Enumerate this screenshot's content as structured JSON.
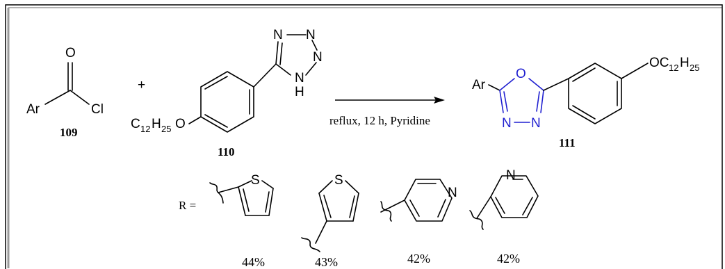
{
  "reactant_acyl": {
    "atom_O": "O",
    "atom_Cl": "Cl",
    "group_Ar": "Ar",
    "compound_number": "109"
  },
  "plus_sign": "+",
  "reactant_tetrazole": {
    "atom_N": "N",
    "atom_N_right": "N",
    "atom_N_lower": "N",
    "atom_H": "H",
    "chain_C": "C",
    "chain_12": "12",
    "chain_H": "H",
    "chain_25": "25",
    "chain_O": "O",
    "compound_number": "110"
  },
  "conditions": "reflux, 12 h, Pyridine",
  "product": {
    "group_Ar": "Ar",
    "ring_O": "O",
    "ring_N_left": "N",
    "ring_N_right": "N",
    "chain_O": "OC",
    "chain_12": "12",
    "chain_H": "H",
    "chain_25": "25",
    "compound_number": "111"
  },
  "substituents": {
    "label": "R =",
    "items": [
      {
        "heteroatom": "S",
        "yield": "44%"
      },
      {
        "heteroatom": "S",
        "yield": "43%"
      },
      {
        "heteroatom": "N",
        "yield": "42%"
      },
      {
        "heteroatom": "N",
        "yield": "42%"
      }
    ]
  },
  "colors": {
    "frame": "#000000",
    "frame_shadow": "#9a9a9a",
    "oxadiazole_ring": "#1f1fd0"
  }
}
